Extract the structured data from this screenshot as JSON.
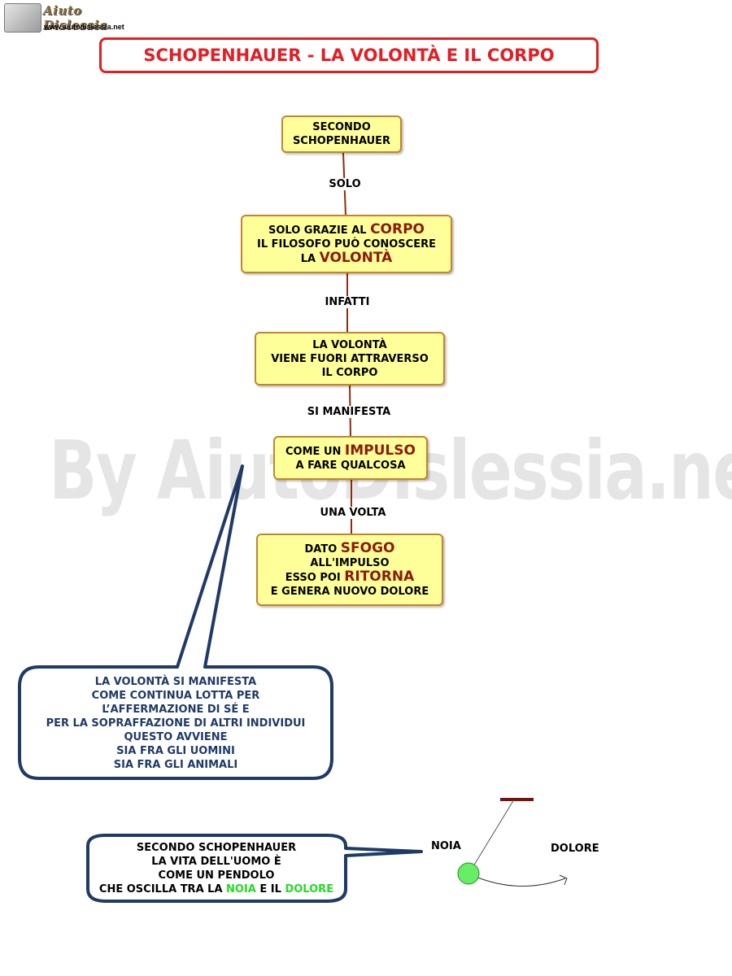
{
  "logo": {
    "brand": "Aiuto Dislessia",
    "url": "www.aiutodislessia.net"
  },
  "title": "SCHOPENHAUER - LA VOLONTÀ E IL CORPO",
  "watermark": "By AiutoDislessia.net",
  "nodes": {
    "n1": {
      "line1": "SECONDO",
      "line2": "SCHOPENHAUER"
    },
    "n2": {
      "a": "SOLO GRAZIE AL ",
      "hl1": "CORPO",
      "b": "IL FILOSOFO PUÒ CONOSCERE",
      "c": "LA ",
      "hl2": "VOLONTÀ"
    },
    "n3": {
      "line1": "LA VOLONTÀ",
      "line2": "VIENE FUORI ATTRAVERSO",
      "line3": "IL CORPO"
    },
    "n4": {
      "a": "COME UN ",
      "hl": "IMPULSO",
      "b": "A FARE QUALCOSA"
    },
    "n5": {
      "a": "DATO ",
      "hl1": "SFOGO",
      "b": "ALL'IMPULSO",
      "c": "ESSO POI ",
      "hl2": "RITORNA",
      "d": "E GENERA NUOVO DOLORE"
    }
  },
  "links": {
    "l1": "SOLO",
    "l2": "INFATTI",
    "l3": "SI MANIFESTA",
    "l4": "UNA VOLTA"
  },
  "callout1": [
    "LA VOLONTÀ SI MANIFESTA",
    "COME CONTINUA LOTTA PER",
    "L’AFFERMAZIONE DI SÉ E",
    "PER LA SOPRAFFAZIONE DI ALTRI INDIVIDUI",
    "QUESTO AVVIENE",
    "SIA FRA GLI UOMINI",
    "SIA FRA GLI ANIMALI"
  ],
  "callout2": {
    "line1": "SECONDO SCHOPENHAUER",
    "line2": "LA VITA DELL'UOMO È",
    "line3": "COME UN PENDOLO",
    "line4a": "CHE OSCILLA TRA LA ",
    "noia": "NOIA",
    "line4b": " E IL ",
    "dolore": "DOLORE"
  },
  "pendulum": {
    "left_label": "NOIA",
    "right_label": "DOLORE"
  },
  "colors": {
    "title_red": "#e31e24",
    "node_fill": "#ffff99",
    "node_border": "#c3842c",
    "highlight": "#8b1a0b",
    "callout_border": "#1f3a66",
    "callout_text": "#1f3a66",
    "bob_green": "#66ee66",
    "highlight_green": "#22dd22"
  }
}
